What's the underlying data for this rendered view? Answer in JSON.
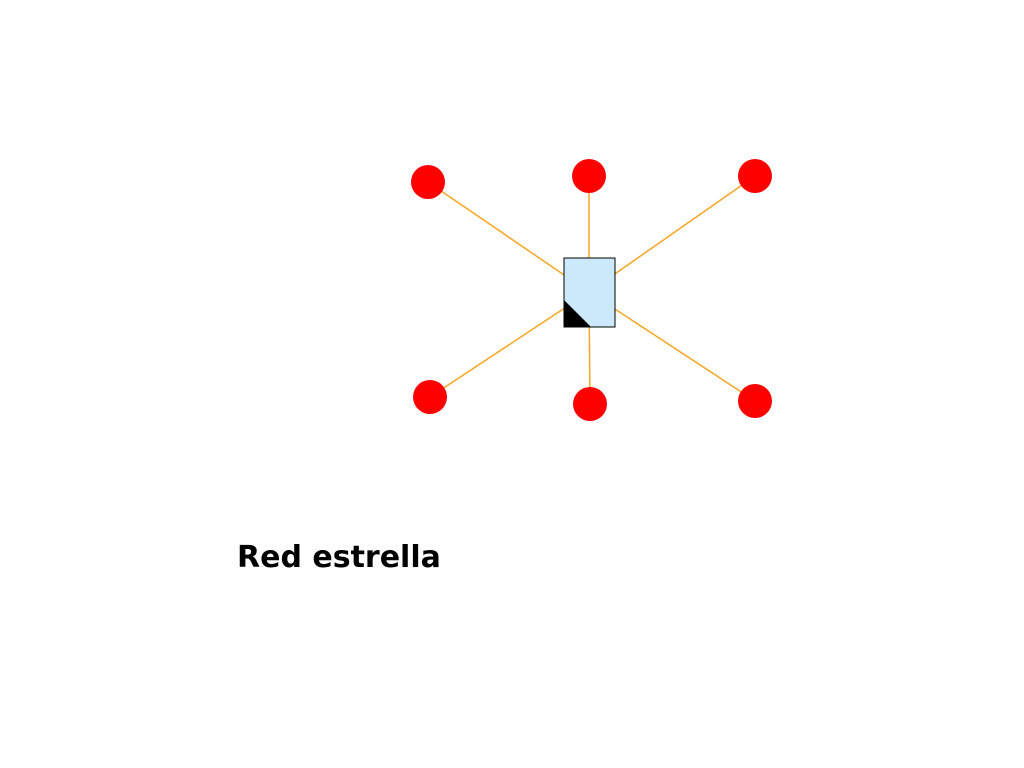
{
  "caption": "Red estrella",
  "colors": {
    "node_fill": "#ff0000",
    "link_stroke": "#f5a623",
    "hub_fill": "#cce9fb",
    "hub_border": "#000000",
    "hub_corner": "#000000"
  },
  "hub": {
    "icon": "document-icon"
  },
  "nodes": [
    {
      "id": "node-top-left"
    },
    {
      "id": "node-top-center"
    },
    {
      "id": "node-top-right"
    },
    {
      "id": "node-bottom-left"
    },
    {
      "id": "node-bottom-center"
    },
    {
      "id": "node-bottom-right"
    }
  ]
}
